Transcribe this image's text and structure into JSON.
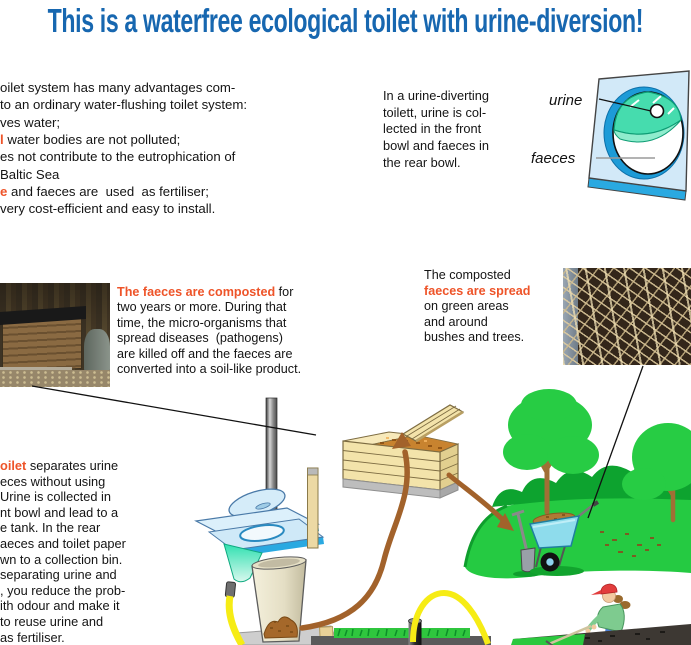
{
  "title": {
    "text": "This is a waterfree ecological toilet with urine-diversion!"
  },
  "colors": {
    "title": "#1767b0",
    "accent": "#ee5429",
    "body": "#141414",
    "diagram_blue": "#2aa9e1",
    "bowl_teal": "#46dcae",
    "grass_green": "#25ca42",
    "pipe_brown": "#a2622b",
    "hose_yellow": "#f6ec15"
  },
  "intro": {
    "lines": [
      {
        "t": "oilet system has many advantages com-"
      },
      {
        "t": "to an ordinary water-flushing toilet system:"
      },
      {
        "t": "ves water;"
      },
      {
        "a": "l",
        "t": " water bodies are not polluted;"
      },
      {
        "t": "es not contribute to the eutrophication of"
      },
      {
        "t": "Baltic Sea"
      },
      {
        "a": "e",
        "t": " and faeces are  used  as fertiliser;"
      },
      {
        "t": "very cost-efficient and easy to install."
      }
    ]
  },
  "diverting_note": {
    "lines": [
      {
        "t": "In a urine-diverting"
      },
      {
        "t": "toilett, urine is col-"
      },
      {
        "t": "lected in the front"
      },
      {
        "t": "bowl and faeces in"
      },
      {
        "t": "the rear bowl."
      }
    ]
  },
  "diagram_labels": {
    "urine": "urine",
    "faeces": "faeces"
  },
  "composting_note": {
    "lines": [
      {
        "a": "The faeces are composted",
        "t": " for"
      },
      {
        "t": "two years or more. During that"
      },
      {
        "t": "time, the micro-organisms that"
      },
      {
        "t": "spread diseases  (pathogens)"
      },
      {
        "t": "are killed off and the faeces are"
      },
      {
        "t": "converted into a soil-like product."
      }
    ]
  },
  "spreading_note": {
    "lines": [
      {
        "t": "The composted"
      },
      {
        "a": "faeces are spread"
      },
      {
        "t": "on green areas"
      },
      {
        "t": "and around"
      },
      {
        "t": "bushes and trees."
      }
    ]
  },
  "toilet_note": {
    "lines": [
      {
        "a": "oilet",
        "t": " separates urine"
      },
      {
        "t": "eces without using"
      },
      {
        "t": "Urine is collected in"
      },
      {
        "t": "nt bowl and lead to a"
      },
      {
        "t": "e tank. In the rear"
      },
      {
        "t": "aeces and toilet paper"
      },
      {
        "t": "wn to a collection bin."
      },
      {
        "t": "separating urine and"
      },
      {
        "t": ", you reduce the prob-"
      },
      {
        "t": "ith odour and make it"
      },
      {
        "t": "to reuse urine and"
      },
      {
        "t": "as fertiliser."
      }
    ]
  }
}
